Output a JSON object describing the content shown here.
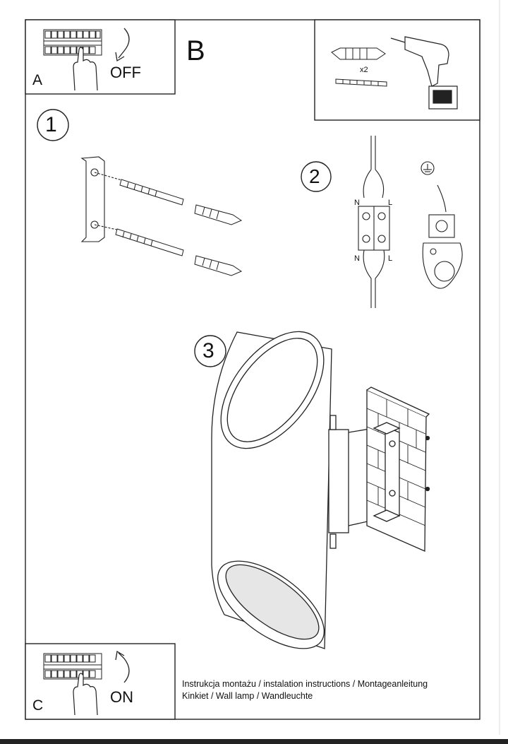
{
  "panels": {
    "a_letter": "A",
    "a_switch": "OFF",
    "b_letter": "B",
    "b_count": "x2",
    "c_letter": "C",
    "c_switch": "ON"
  },
  "steps": [
    "1",
    "2",
    "3"
  ],
  "terminal": {
    "top_left": "N",
    "top_right": "L",
    "bottom_left": "N",
    "bottom_right": "L"
  },
  "footer": {
    "line1": "Instrukcja montażu / instalation instructions / Montageanleitung",
    "line2": "Kinkiet / Wall lamp / Wandleuchte"
  },
  "colors": {
    "line": "#222222",
    "fill": "#ffffff",
    "shade": "#e6e6e6"
  }
}
